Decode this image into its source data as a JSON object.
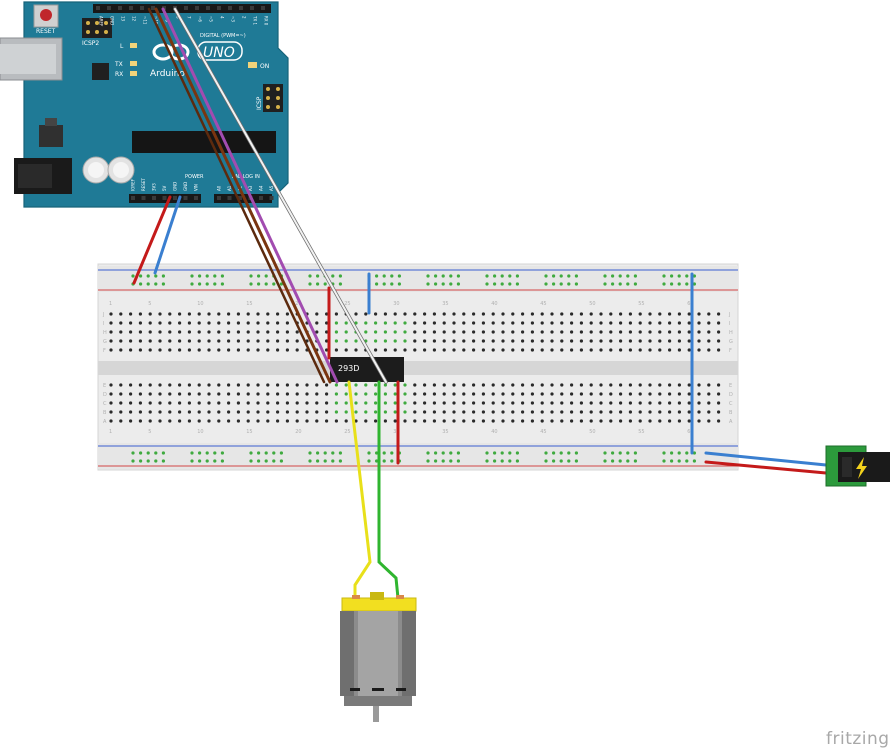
{
  "arduino": {
    "reset": "RESET",
    "icsp2": "ICSP2",
    "icsp": "ICSP",
    "led_l": "L",
    "tx": "TX",
    "rx": "RX",
    "on": "ON",
    "logo_text": "Arduino",
    "model": "UNO",
    "digital_label": "DIGITAL (PWM=~)",
    "power_label": "POWER",
    "analog_label": "ANALOG IN",
    "top_pins": [
      "AREF",
      "GND",
      "13",
      "12",
      "~11",
      "~10",
      "~9",
      "8",
      "7",
      "~6",
      "~5",
      "4",
      "~3",
      "2",
      "TX 1",
      "RX 0"
    ],
    "power_pins": [
      "IOREF",
      "RESET",
      "3V3",
      "5V",
      "GND",
      "GND",
      "VIN"
    ],
    "analog_pins": [
      "A0",
      "A1",
      "A2",
      "A3",
      "A4",
      "A5"
    ]
  },
  "breadboard": {
    "column_numbers": [
      "1",
      "5",
      "10",
      "15",
      "20",
      "25",
      "30",
      "35",
      "40",
      "45",
      "50",
      "55",
      "60"
    ],
    "row_letters_top": [
      "J",
      "I",
      "H",
      "G",
      "F"
    ],
    "row_letters_bottom": [
      "E",
      "D",
      "C",
      "B",
      "A"
    ]
  },
  "chip": {
    "label": "293D"
  },
  "power_jack": {
    "icon": "lightning-bolt-icon"
  },
  "motor": {
    "icon": "dc-motor-icon"
  },
  "watermark": "fritzing",
  "colors": {
    "board": "#1f7a96",
    "wire_red": "#c41a1a",
    "wire_blue": "#3a7fd0",
    "wire_brown": "#7a3510",
    "wire_purple": "#a24cb0",
    "wire_white": "#e8e8e8",
    "wire_yellow": "#e8e01a",
    "wire_green": "#2fb52f",
    "hole_green": "#3faa3f"
  }
}
